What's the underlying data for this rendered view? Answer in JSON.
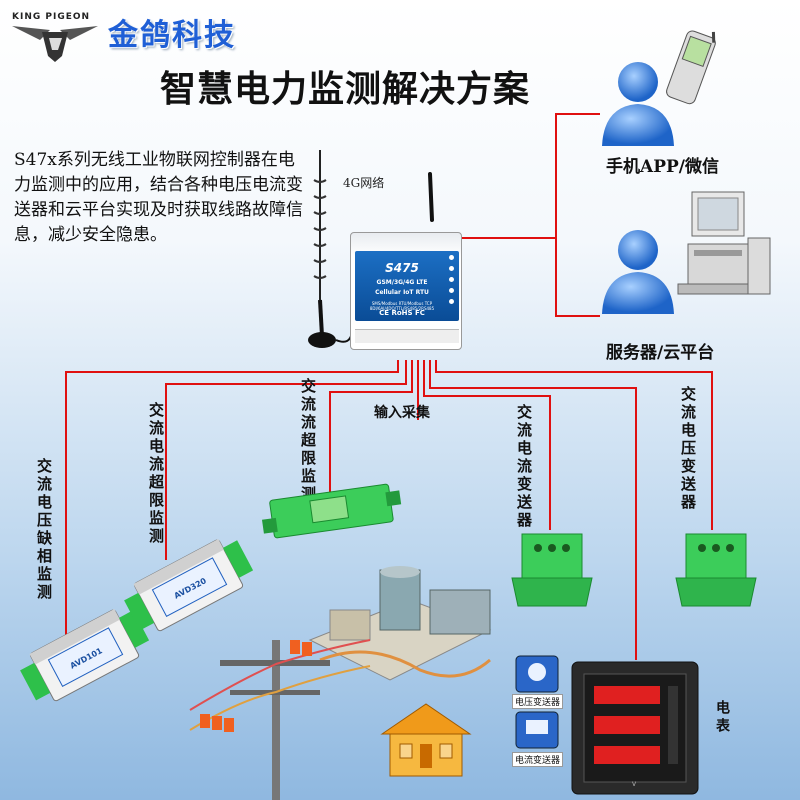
{
  "header": {
    "brand_en": "KING PIGEON",
    "brand_cn": "金鸽科技",
    "title": "智慧电力监测解决方案"
  },
  "description": "S47x系列无线工业物联网控制器在电力监测中的应用，结合各种电压电流变送器和云平台实现及时获取线路故障信息，减少安全隐患。",
  "network_label": "4G网络",
  "device": {
    "model": "S475",
    "line1": "GSM/3G/4G LTE",
    "line2": "Cellular IoT RTU",
    "line3": "SMS/Modbus RTU/Modbus TCP 8DI/6AI/4DO/TTL/RS485/2RS485",
    "line4": "CE RoHS FC"
  },
  "targets": {
    "phone": "手机APP/微信",
    "server": "服务器/云平台"
  },
  "sensors": {
    "ac_voltage_phase_loss": "交流电压缺相监测",
    "ac_current_over_limit_1": "交流电流超限监测",
    "ac_current_over_limit_2": "交流流超限监测",
    "input_collect": "输入采集",
    "ac_current_transmitter": "交流电流变送器",
    "ac_voltage_transmitter": "交流电压变送器",
    "meter": "电表",
    "small_voltage": "电压变送器",
    "small_current": "电流变送器"
  },
  "module_labels": {
    "m1": "AVD101",
    "m2": "AVD320"
  },
  "colors": {
    "line": "#e01010",
    "accent": "#1f5fd6",
    "device_blue": "#0a5cb5",
    "module_green": "#2ec04a"
  }
}
